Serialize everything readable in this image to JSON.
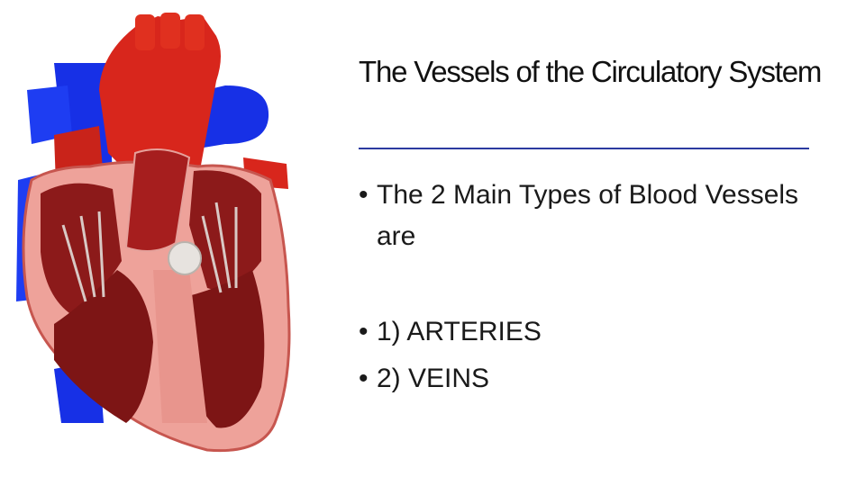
{
  "slide": {
    "title": "The Vessels of the Circulatory System",
    "bullets": [
      {
        "marker": "•",
        "text": "The 2 Main Types of Blood Vessels are"
      },
      {
        "marker": "•",
        "text": "1) ARTERIES"
      },
      {
        "marker": "•",
        "text": "2) VEINS"
      }
    ]
  },
  "colors": {
    "artery": "#d8261c",
    "vein": "#1730e6",
    "myocardium": "#8c1a1a",
    "wall": "#eea29a",
    "rule": "#2b3aa0"
  }
}
